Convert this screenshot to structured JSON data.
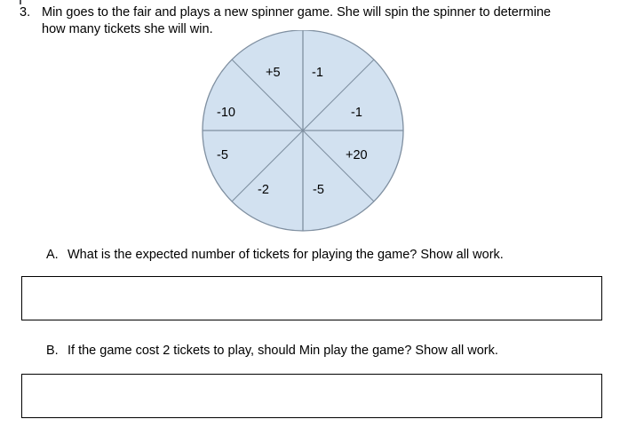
{
  "question": {
    "number": "3.",
    "text": "Min goes to the fair and plays a new spinner game. She will spin the spinner to determine how many tickets she will win."
  },
  "spinner": {
    "fill_color": "#d2e1f0",
    "stroke_color": "#7f8fa0",
    "sectors": [
      {
        "label": "+5",
        "value": 5,
        "position": "top-left-inner"
      },
      {
        "label": "-1",
        "value": -1,
        "position": "top-right-inner"
      },
      {
        "label": "-1",
        "value": -1,
        "position": "right-upper"
      },
      {
        "label": "+20",
        "value": 20,
        "position": "right-lower"
      },
      {
        "label": "-5",
        "value": -5,
        "position": "bottom-right-inner"
      },
      {
        "label": "-2",
        "value": -2,
        "position": "bottom-left-inner"
      },
      {
        "label": "-5",
        "value": -5,
        "position": "left-lower"
      },
      {
        "label": "-10",
        "value": -10,
        "position": "left-upper"
      }
    ]
  },
  "parts": [
    {
      "letter": "A.",
      "text": "What is the expected number of tickets for playing the game? Show all work.",
      "answer": ""
    },
    {
      "letter": "B.",
      "text": "If the game cost 2 tickets to play, should Min play the game? Show all work.",
      "answer": ""
    }
  ]
}
